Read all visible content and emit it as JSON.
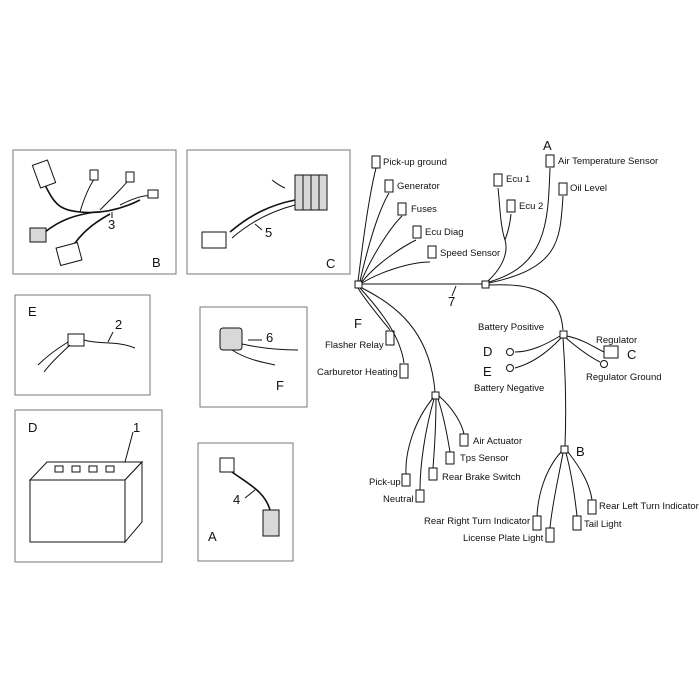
{
  "panels": {
    "B": {
      "letter": "B",
      "part": "3"
    },
    "C": {
      "letter": "C",
      "part": "5"
    },
    "E": {
      "letter": "E",
      "part": "2"
    },
    "F": {
      "letter": "F",
      "part": "6"
    },
    "D": {
      "letter": "D",
      "part": "1"
    },
    "A": {
      "letter": "A",
      "part": "4"
    }
  },
  "schematic": {
    "harness_number": "7",
    "letters": {
      "A": "A",
      "B": "B",
      "C": "C",
      "D": "D",
      "E": "E",
      "F": "F"
    },
    "labels": {
      "pickup_ground": "Pick-up ground",
      "generator": "Generator",
      "fuses": "Fuses",
      "ecu_diag": "Ecu Diag",
      "speed_sensor": "Speed Sensor",
      "ecu1": "Ecu 1",
      "ecu2": "Ecu 2",
      "air_temp_sensor": "Air Temperature Sensor",
      "oil_level": "Oil Level",
      "flasher_relay": "Flasher Relay",
      "carburetor_heating": "Carburetor Heating",
      "battery_positive": "Battery Positive",
      "battery_negative": "Battery Negative",
      "regulator": "Regulator",
      "regulator_ground": "Regulator Ground",
      "air_actuator": "Air Actuator",
      "tps_sensor": "Tps Sensor",
      "rear_brake_switch": "Rear Brake Switch",
      "pickup": "Pick-up",
      "neutral": "Neutral",
      "rear_right_turn": "Rear Right Turn Indicator",
      "license_plate_light": "License Plate Light",
      "tail_light": "Tail Light",
      "rear_left_turn": "Rear Left Turn Indicator"
    }
  }
}
